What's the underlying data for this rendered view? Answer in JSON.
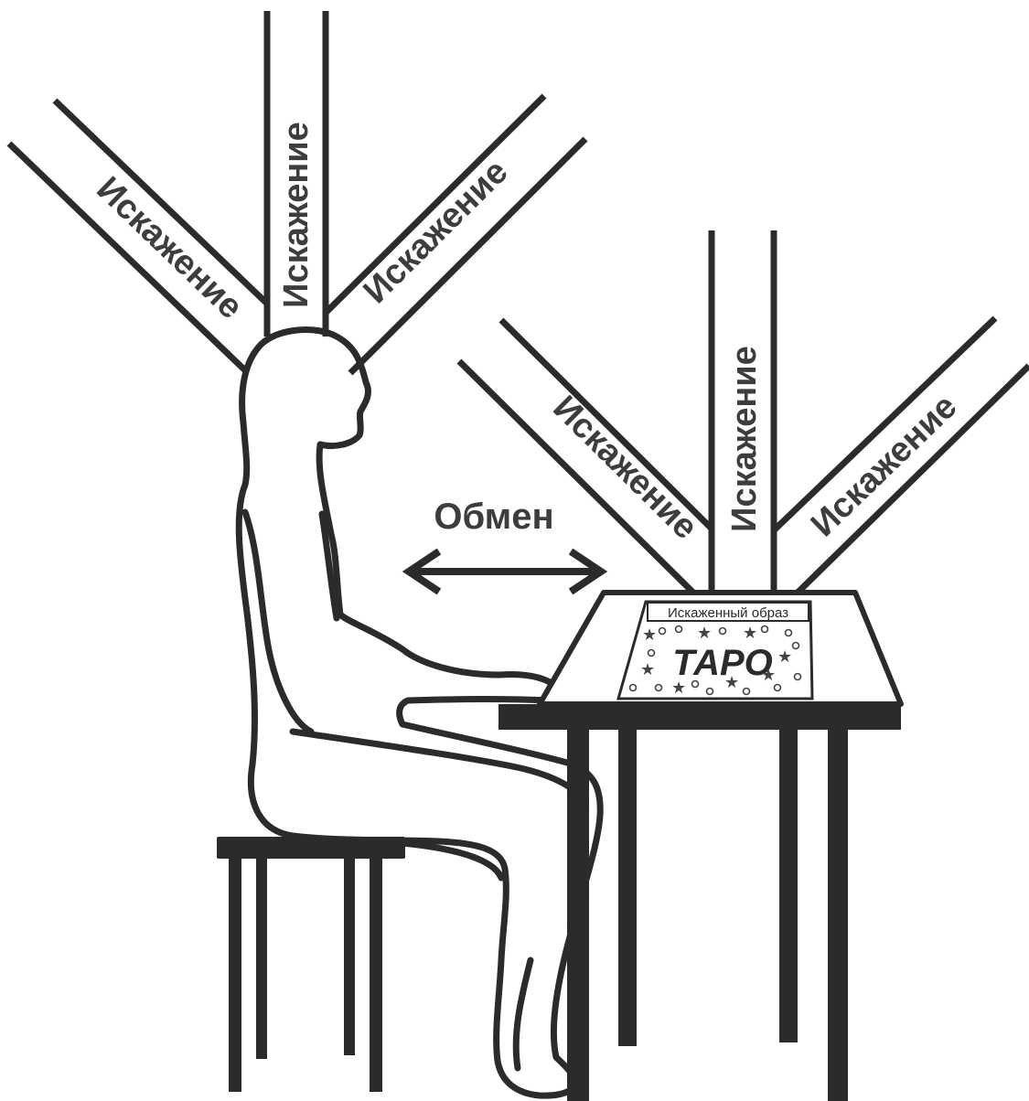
{
  "labels": {
    "distortion": "Искажение",
    "exchange": "Обмен",
    "card_header": "Искаженный образ",
    "card_title": "ТАРО"
  },
  "colors": {
    "ink": "#2b2b2b",
    "text": "#3d3d3d",
    "background": "#ffffff"
  }
}
